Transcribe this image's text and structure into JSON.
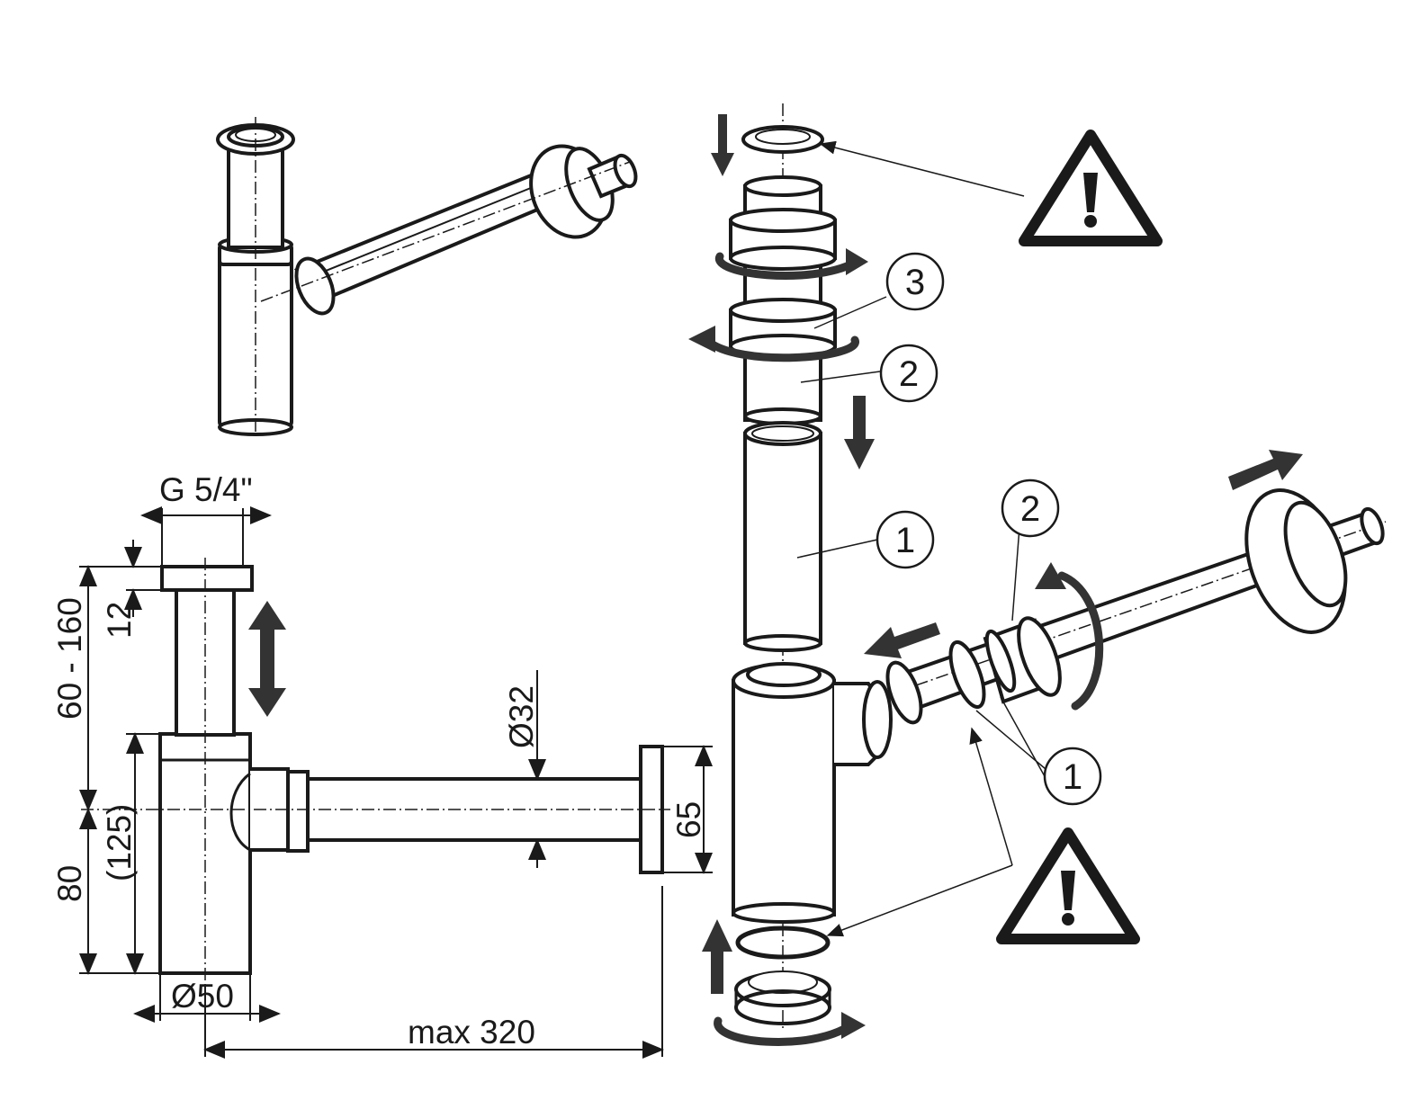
{
  "dimensions": {
    "thread": "G 5/4\"",
    "height_range": "60 - 160",
    "nut_height": "12",
    "lower_height": "80",
    "body_height": "(125)",
    "body_diameter": "Ø50",
    "pipe_diameter": "Ø32",
    "flange_height": "65",
    "max_length": "max 320"
  },
  "callouts": {
    "top_3": "3",
    "top_2": "2",
    "top_1": "1",
    "side_2": "2",
    "side_1": "1"
  },
  "warning_icons": [
    {
      "name": "caution"
    },
    {
      "name": "caution"
    }
  ],
  "colors": {
    "line": "#1a1a1a",
    "arrow": "#333333",
    "background": "#ffffff"
  }
}
